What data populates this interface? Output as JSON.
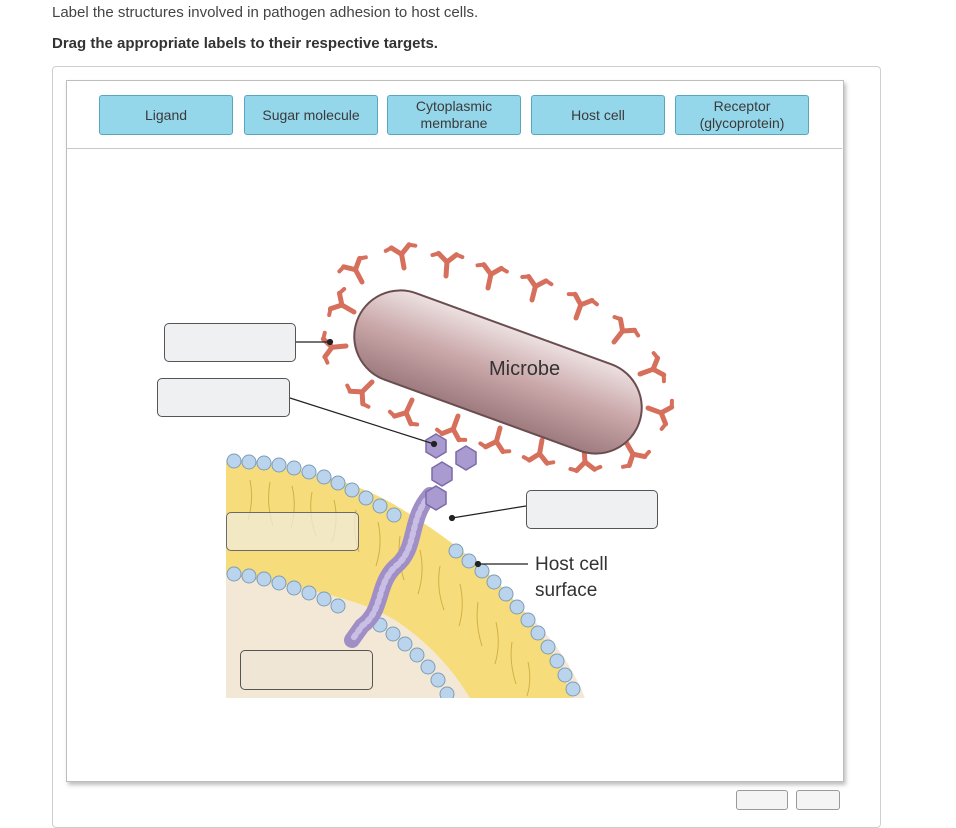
{
  "instructions": {
    "line1": "Label the structures involved in pathogen adhesion to host cells.",
    "line2": "Drag the appropriate labels to their respective targets."
  },
  "label_bank": [
    {
      "id": "ligand",
      "text": "Ligand"
    },
    {
      "id": "sugar-molecule",
      "text": "Sugar molecule"
    },
    {
      "id": "cytoplasmic-membrane",
      "text": "Cytoplasmic membrane"
    },
    {
      "id": "host-cell",
      "text": "Host cell"
    },
    {
      "id": "receptor",
      "text": "Receptor (glycoprotein)"
    }
  ],
  "diagram": {
    "microbe_label": "Microbe",
    "host_surface_line1": "Host cell",
    "host_surface_line2": "surface"
  },
  "colors": {
    "label_fill": "#94d6ea",
    "microbe": "#c9a6a8",
    "adhesin": "#d66f5c",
    "membrane_head": "#b9d4ec",
    "membrane_core": "#f6dc7a",
    "receptor": "#a99ad0"
  }
}
